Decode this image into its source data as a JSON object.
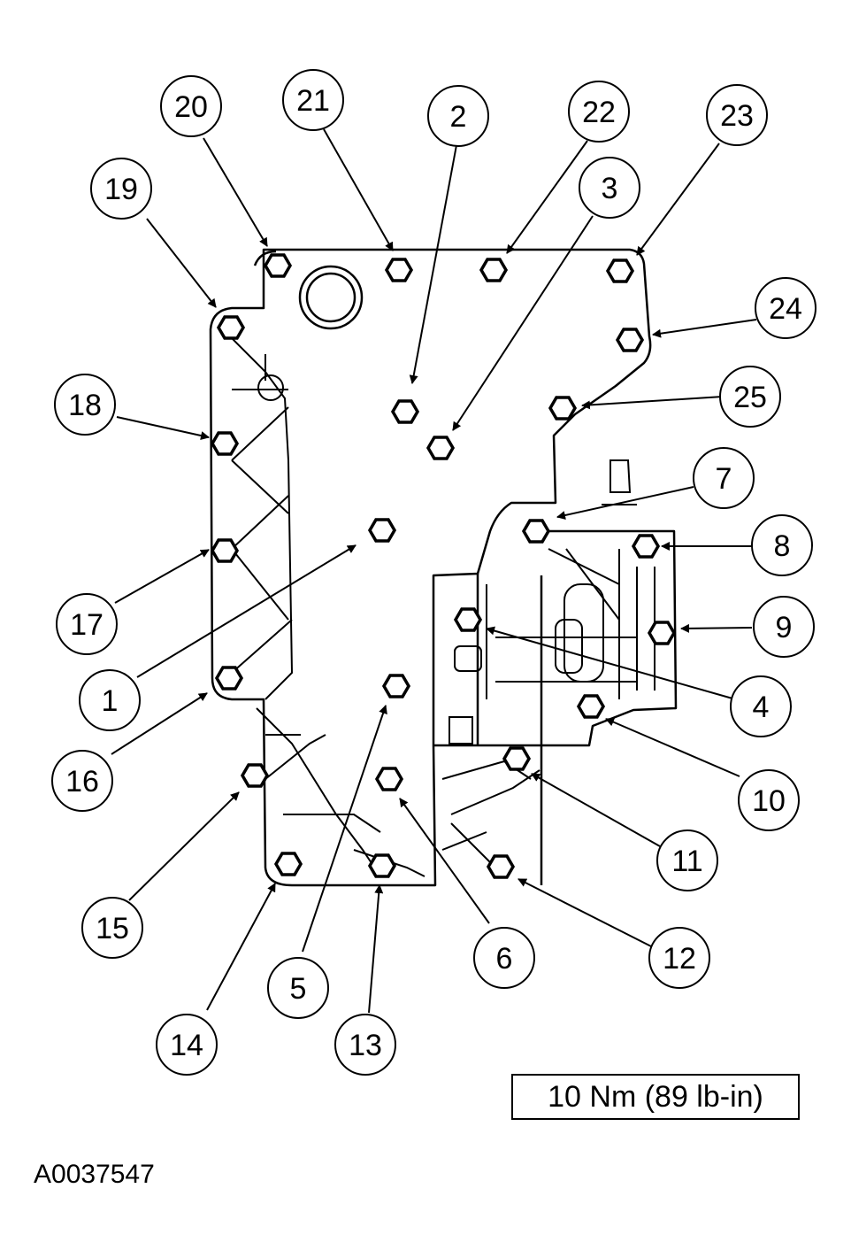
{
  "torque_label": "10 Nm (89 lb-in)",
  "figure_id": "A0037547",
  "callouts": [
    {
      "label": "1"
    },
    {
      "label": "2"
    },
    {
      "label": "3"
    },
    {
      "label": "4"
    },
    {
      "label": "5"
    },
    {
      "label": "6"
    },
    {
      "label": "7"
    },
    {
      "label": "8"
    },
    {
      "label": "9"
    },
    {
      "label": "10"
    },
    {
      "label": "11"
    },
    {
      "label": "12"
    },
    {
      "label": "13"
    },
    {
      "label": "14"
    },
    {
      "label": "15"
    },
    {
      "label": "16"
    },
    {
      "label": "17"
    },
    {
      "label": "18"
    },
    {
      "label": "19"
    },
    {
      "label": "20"
    },
    {
      "label": "21"
    },
    {
      "label": "22"
    },
    {
      "label": "23"
    },
    {
      "label": "24"
    },
    {
      "label": "25"
    }
  ]
}
